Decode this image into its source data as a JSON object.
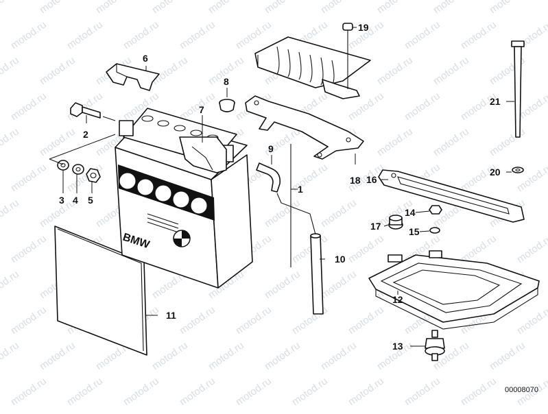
{
  "watermark": "motod.ru",
  "diagram_code": "00008070",
  "battery_brand": "BMW",
  "callouts": [
    "1",
    "2",
    "3",
    "4",
    "5",
    "6",
    "7",
    "8",
    "9",
    "10",
    "11",
    "12",
    "13",
    "14",
    "15",
    "16",
    "17",
    "18",
    "19",
    "20",
    "21"
  ]
}
